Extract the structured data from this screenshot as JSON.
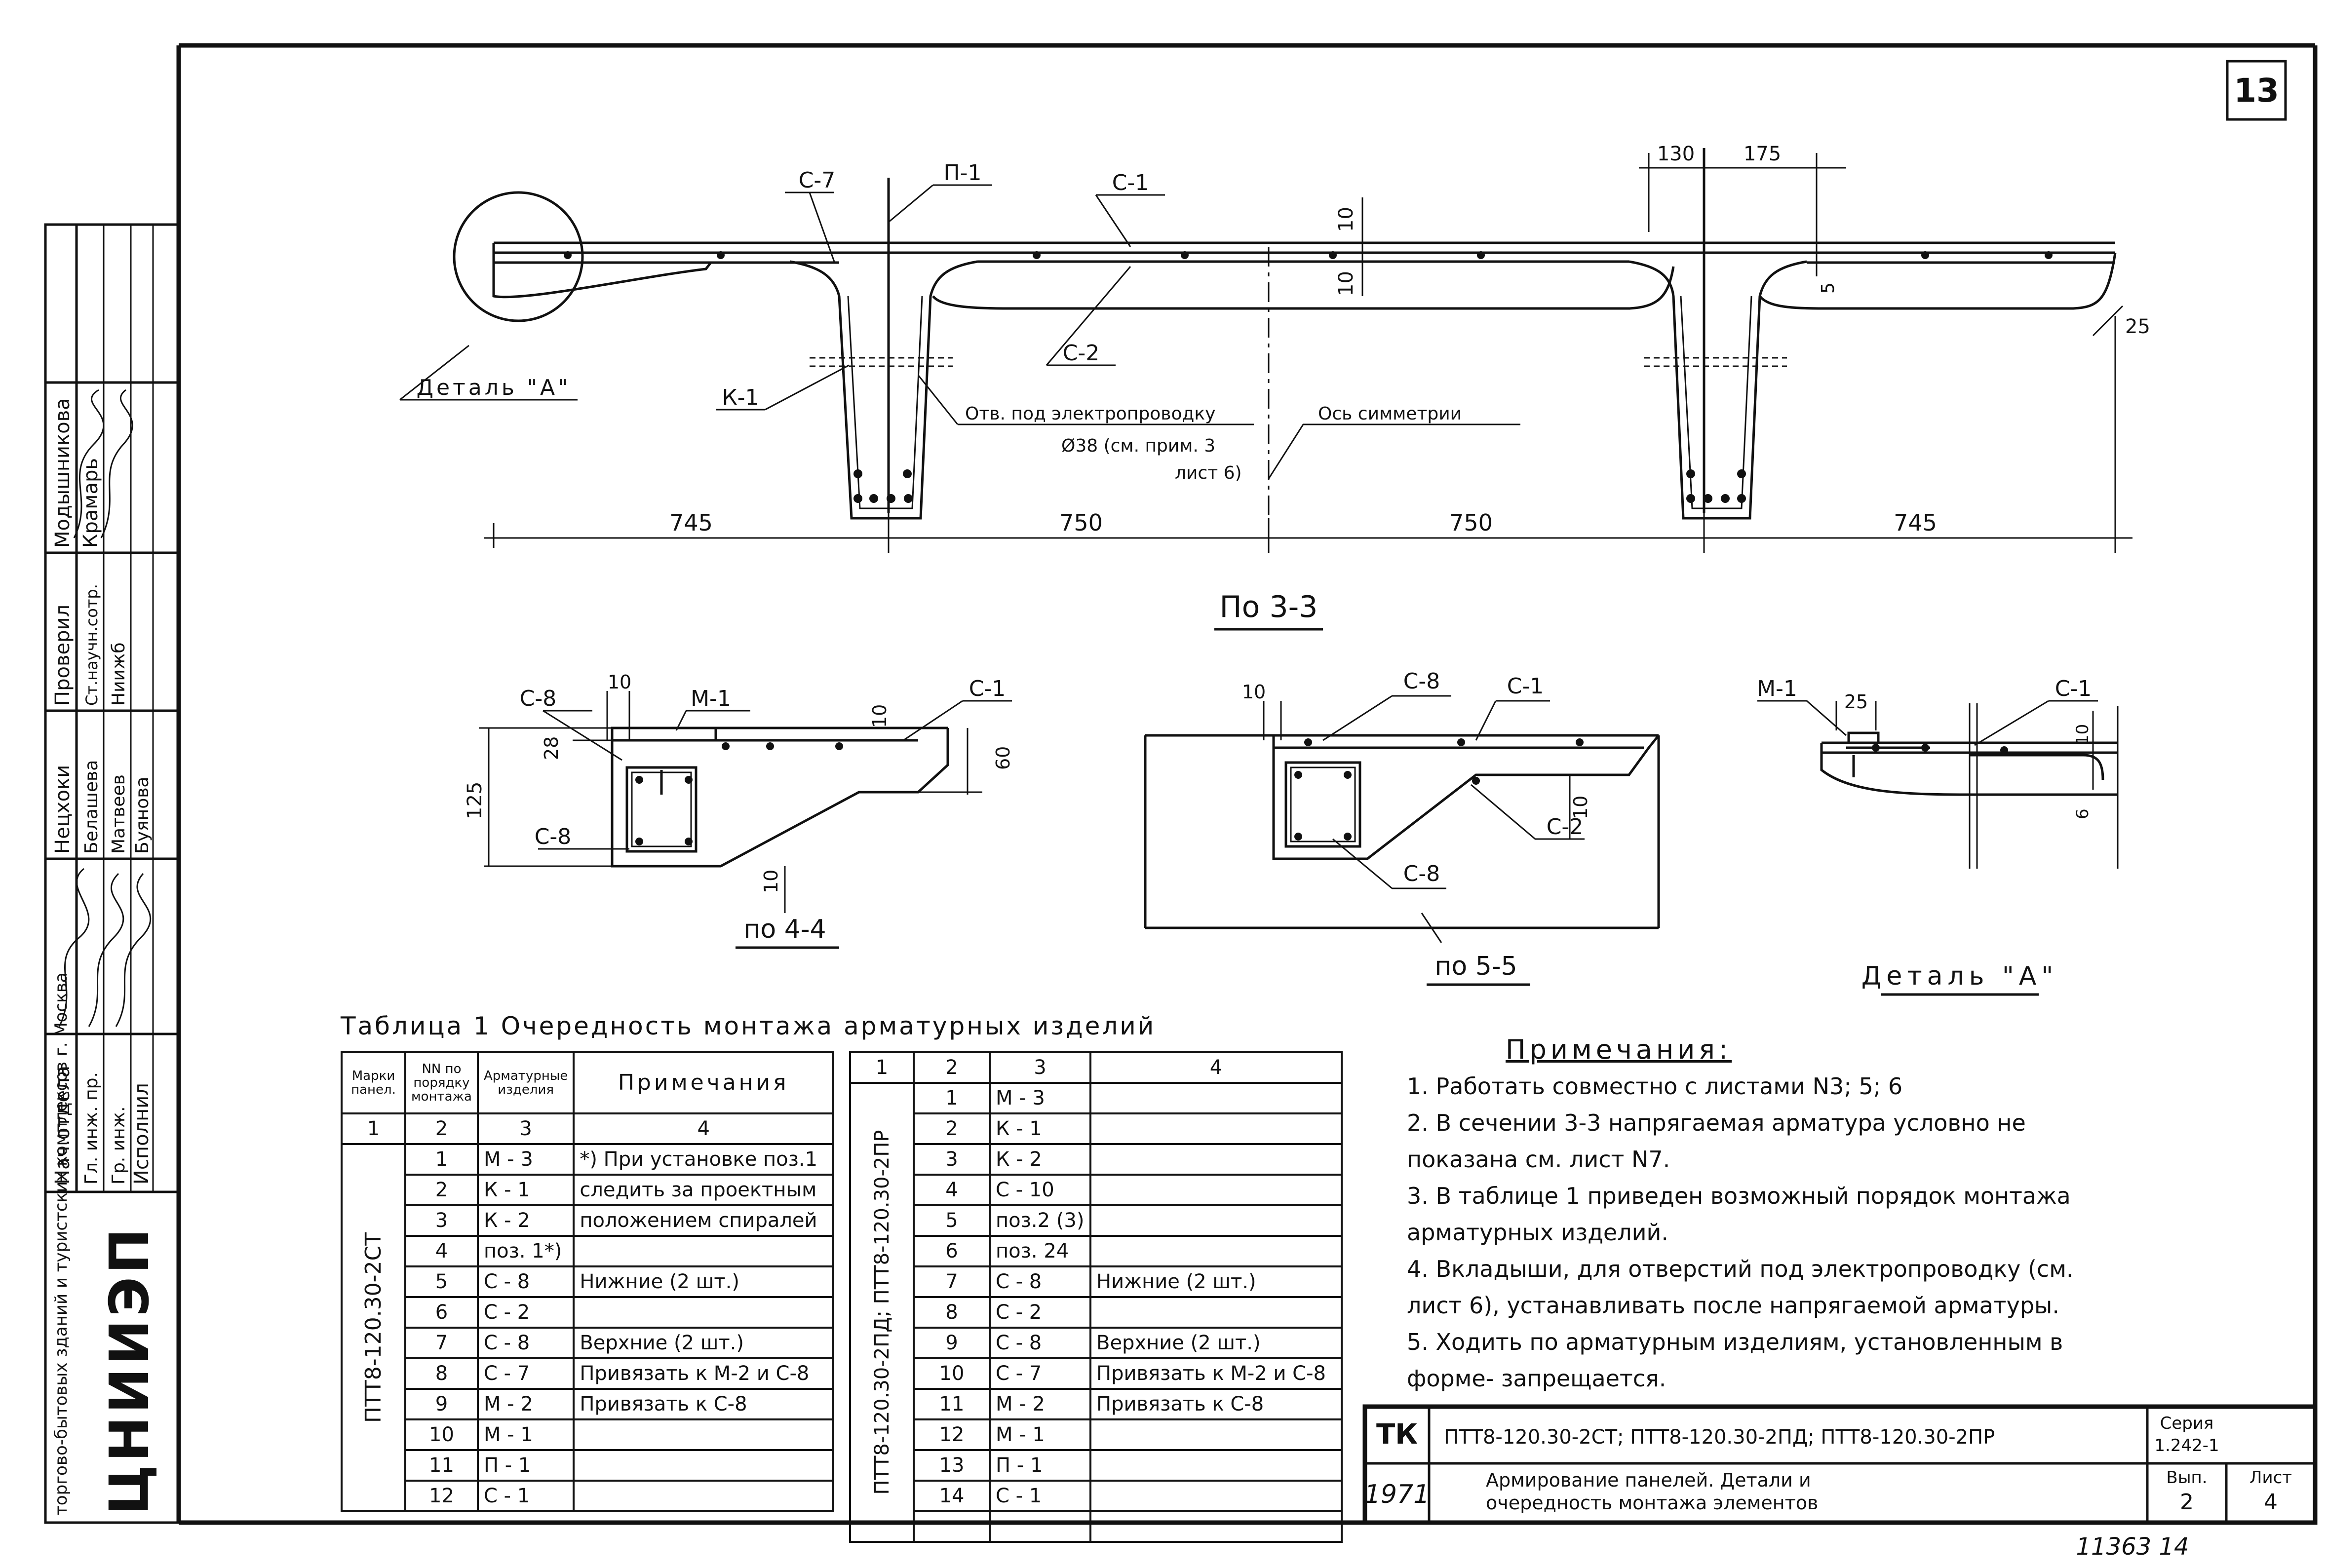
{
  "sheet": {
    "sheet_number": "13",
    "bottom_numbers": "11363   14"
  },
  "side_stamp": {
    "roles": [
      "Нач.отдела",
      "Гл. инж. пр.",
      "Гр. инж.",
      "Исполнил"
    ],
    "names_left": [
      "Нецхоки",
      "Белашева",
      "Матвеев",
      "Буянова"
    ],
    "check_roles": [
      "Проверил",
      "Ст.научн.сотр.",
      "Ниижб"
    ],
    "names_top": [
      "Модышникова",
      "Крамарь"
    ],
    "org_logo_text": "ЦНИИЭП",
    "org_name": "торгово-бытовых зданий и туристских комплексов г. Москва"
  },
  "section_33": {
    "title": "По 3-3",
    "labels": {
      "c7": "С-7",
      "p1": "П-1",
      "c1": "С-1",
      "c2": "С-2",
      "k1": "К-1",
      "detail_a": "Деталь \"А\"",
      "hole_1": "Отв. под электропроводку",
      "hole_2": "Ø38 (см. прим. 3",
      "hole_3": "лист 6)",
      "axis": "Ось симметрии"
    },
    "dims": {
      "d745a": "745",
      "d750a": "750",
      "d750b": "750",
      "d745b": "745",
      "d130": "130",
      "d175": "175",
      "d10a": "10",
      "d10b": "10",
      "d5": "5",
      "d25": "25"
    }
  },
  "section_44": {
    "title": "по 4-4",
    "labels": {
      "c8a": "С-8",
      "m1": "М-1",
      "c1": "С-1",
      "c8b": "С-8"
    },
    "dims": {
      "d10": "10",
      "d28": "28",
      "d125": "125",
      "d10b": "10",
      "d60": "60",
      "d10c": "10"
    }
  },
  "section_55": {
    "title": "по 5-5",
    "labels": {
      "c8a": "С-8",
      "c1": "С-1",
      "c2": "С-2",
      "c8b": "С-8"
    },
    "dims": {
      "d10": "10",
      "d10b": "10"
    }
  },
  "detail_a": {
    "title": "Деталь \"А\"",
    "labels": {
      "m1": "М-1",
      "c1": "С-1"
    },
    "dims": {
      "d25": "25",
      "d10": "10",
      "d6": "6"
    }
  },
  "table1": {
    "title": "Таблица 1 Очередность монтажа арматурных изделий",
    "headers": [
      "Марки панел.",
      "NN по порядку монтажа",
      "Арматурные изделия",
      "Примечания"
    ],
    "col_numbers": [
      "1",
      "2",
      "3",
      "4"
    ],
    "panel_mark": "ПТТ8-120.30-2СТ",
    "rows": [
      {
        "n": "1",
        "item": "М - 3",
        "note": "*) При установке поз.1"
      },
      {
        "n": "2",
        "item": "К - 1",
        "note": "следить за проектным"
      },
      {
        "n": "3",
        "item": "К - 2",
        "note": "положением спиралей"
      },
      {
        "n": "4",
        "item": "поз. 1*)",
        "note": ""
      },
      {
        "n": "5",
        "item": "С - 8",
        "note": "Нижние (2 шт.)"
      },
      {
        "n": "6",
        "item": "С - 2",
        "note": ""
      },
      {
        "n": "7",
        "item": "С - 8",
        "note": "Верхние (2 шт.)"
      },
      {
        "n": "8",
        "item": "С - 7",
        "note": "Привязать к М-2 и С-8"
      },
      {
        "n": "9",
        "item": "М - 2",
        "note": "Привязать к С-8"
      },
      {
        "n": "10",
        "item": "М - 1",
        "note": ""
      },
      {
        "n": "11",
        "item": "П - 1",
        "note": ""
      },
      {
        "n": "12",
        "item": "С - 1",
        "note": ""
      }
    ]
  },
  "table2": {
    "col_numbers": [
      "1",
      "2",
      "3",
      "4"
    ],
    "panel_mark": "ПТТ8-120.30-2ПД; ПТТ8-120.30-2ПР",
    "rows": [
      {
        "n": "1",
        "item": "М - 3",
        "note": ""
      },
      {
        "n": "2",
        "item": "К - 1",
        "note": ""
      },
      {
        "n": "3",
        "item": "К - 2",
        "note": ""
      },
      {
        "n": "4",
        "item": "С - 10",
        "note": ""
      },
      {
        "n": "5",
        "item": "поз.2 (3)",
        "note": ""
      },
      {
        "n": "6",
        "item": "поз. 24",
        "note": ""
      },
      {
        "n": "7",
        "item": "С - 8",
        "note": "Нижние (2 шт.)"
      },
      {
        "n": "8",
        "item": "С - 2",
        "note": ""
      },
      {
        "n": "9",
        "item": "С - 8",
        "note": "Верхние (2 шт.)"
      },
      {
        "n": "10",
        "item": "С - 7",
        "note": "Привязать к М-2 и С-8"
      },
      {
        "n": "11",
        "item": "М - 2",
        "note": "Привязать к С-8"
      },
      {
        "n": "12",
        "item": "М - 1",
        "note": ""
      },
      {
        "n": "13",
        "item": "П - 1",
        "note": ""
      },
      {
        "n": "14",
        "item": "С - 1",
        "note": ""
      }
    ]
  },
  "notes": {
    "title": "Примечания:",
    "items": [
      "1. Работать совместно с листами N3; 5; 6",
      "2. В сечении 3-3 напрягаемая арматура условно не",
      "    показана см. лист N7.",
      "3. В таблице 1 приведен возможный порядок монтажа",
      "    арматурных изделий.",
      "4. Вкладыши, для отверстий под электропроводку (см.",
      "    лист 6), устанавливать после напрягаемой арматуры.",
      "5. Ходить по арматурным изделиям, установленным в",
      "    форме- запрещается."
    ]
  },
  "title_block": {
    "tk": "ТК",
    "year": "1971",
    "marks": "ПТТ8-120.30-2СТ; ПТТ8-120.30-2ПД; ПТТ8-120.30-2ПР",
    "series_label": "Серия",
    "series_value": "1.242-1",
    "desc_1": "Армирование панелей. Детали и",
    "desc_2": "очередность монтажа элементов",
    "vyp_label": "Вып.",
    "vyp_value": "2",
    "list_label": "Лист",
    "list_value": "4"
  }
}
